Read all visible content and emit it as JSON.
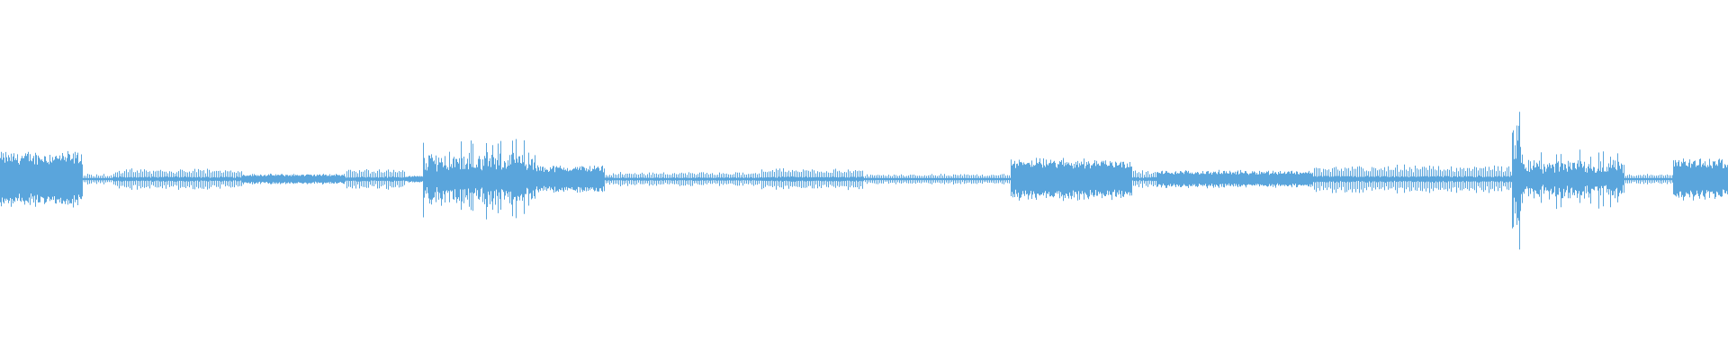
{
  "waveform": {
    "color": "#5aa5dc",
    "background": "#ffffff",
    "amplitude_scale": "normalized 0-1",
    "segments": [
      {
        "start": 0.0,
        "end": 0.048,
        "amplitude": 0.16,
        "style": "dense"
      },
      {
        "start": 0.048,
        "end": 0.065,
        "amplitude": 0.03,
        "style": "pulse"
      },
      {
        "start": 0.065,
        "end": 0.14,
        "amplitude": 0.06,
        "style": "pulse"
      },
      {
        "start": 0.14,
        "end": 0.2,
        "amplitude": 0.03,
        "style": "dense"
      },
      {
        "start": 0.2,
        "end": 0.235,
        "amplitude": 0.06,
        "style": "pulse"
      },
      {
        "start": 0.235,
        "end": 0.245,
        "amplitude": 0.02,
        "style": "dense"
      },
      {
        "start": 0.245,
        "end": 0.31,
        "amplitude": 0.22,
        "style": "spiky"
      },
      {
        "start": 0.31,
        "end": 0.35,
        "amplitude": 0.08,
        "style": "dense"
      },
      {
        "start": 0.35,
        "end": 0.44,
        "amplitude": 0.04,
        "style": "pulse"
      },
      {
        "start": 0.44,
        "end": 0.5,
        "amplitude": 0.06,
        "style": "pulse"
      },
      {
        "start": 0.5,
        "end": 0.585,
        "amplitude": 0.03,
        "style": "pulse"
      },
      {
        "start": 0.585,
        "end": 0.655,
        "amplitude": 0.12,
        "style": "dense"
      },
      {
        "start": 0.655,
        "end": 0.67,
        "amplitude": 0.05,
        "style": "pulse"
      },
      {
        "start": 0.67,
        "end": 0.76,
        "amplitude": 0.05,
        "style": "dense"
      },
      {
        "start": 0.76,
        "end": 0.875,
        "amplitude": 0.08,
        "style": "pulse"
      },
      {
        "start": 0.875,
        "end": 0.88,
        "amplitude": 0.48,
        "style": "spiky"
      },
      {
        "start": 0.88,
        "end": 0.94,
        "amplitude": 0.16,
        "style": "spiky"
      },
      {
        "start": 0.94,
        "end": 0.968,
        "amplitude": 0.03,
        "style": "pulse"
      },
      {
        "start": 0.968,
        "end": 1.0,
        "amplitude": 0.12,
        "style": "dense"
      }
    ]
  }
}
